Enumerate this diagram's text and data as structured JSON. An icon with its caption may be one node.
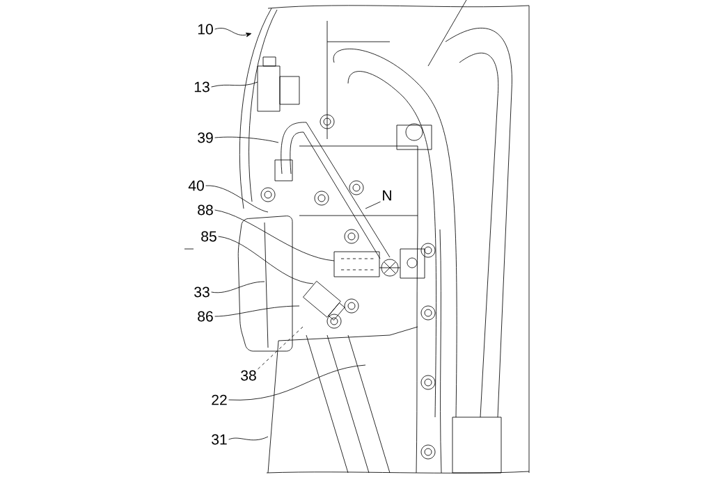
{
  "diagram": {
    "nodes": [
      {
        "text": [
          "10"
        ]
      },
      {
        "text": [
          "13"
        ]
      },
      {
        "text": [
          "39"
        ]
      },
      {
        "text": [
          "40"
        ]
      },
      {
        "text": [
          "88"
        ]
      },
      {
        "text": [
          "85"
        ]
      },
      {
        "text": [
          "33"
        ]
      },
      {
        "text": [
          "86"
        ]
      },
      {
        "text": [
          "38"
        ]
      },
      {
        "text": [
          "22"
        ]
      },
      {
        "text": [
          "31"
        ]
      },
      {
        "text": [
          "N"
        ]
      }
    ],
    "edges": [
      {
        "from": 0,
        "to": null,
        "arrow": "to"
      },
      {
        "from": 1,
        "to": null,
        "arrow": "none"
      },
      {
        "from": 2,
        "to": null,
        "arrow": "none"
      },
      {
        "from": 3,
        "to": null,
        "arrow": "none"
      },
      {
        "from": 4,
        "to": null,
        "arrow": "none"
      },
      {
        "from": 5,
        "to": null,
        "arrow": "none"
      },
      {
        "from": 6,
        "to": null,
        "arrow": "none"
      },
      {
        "from": 7,
        "to": null,
        "arrow": "none"
      },
      {
        "from": 8,
        "to": null,
        "arrow": "none",
        "style": "dashed"
      },
      {
        "from": 9,
        "to": null,
        "arrow": "none"
      },
      {
        "from": 10,
        "to": null,
        "arrow": "none"
      },
      {
        "from": 11,
        "to": null,
        "arrow": "none"
      }
    ]
  }
}
